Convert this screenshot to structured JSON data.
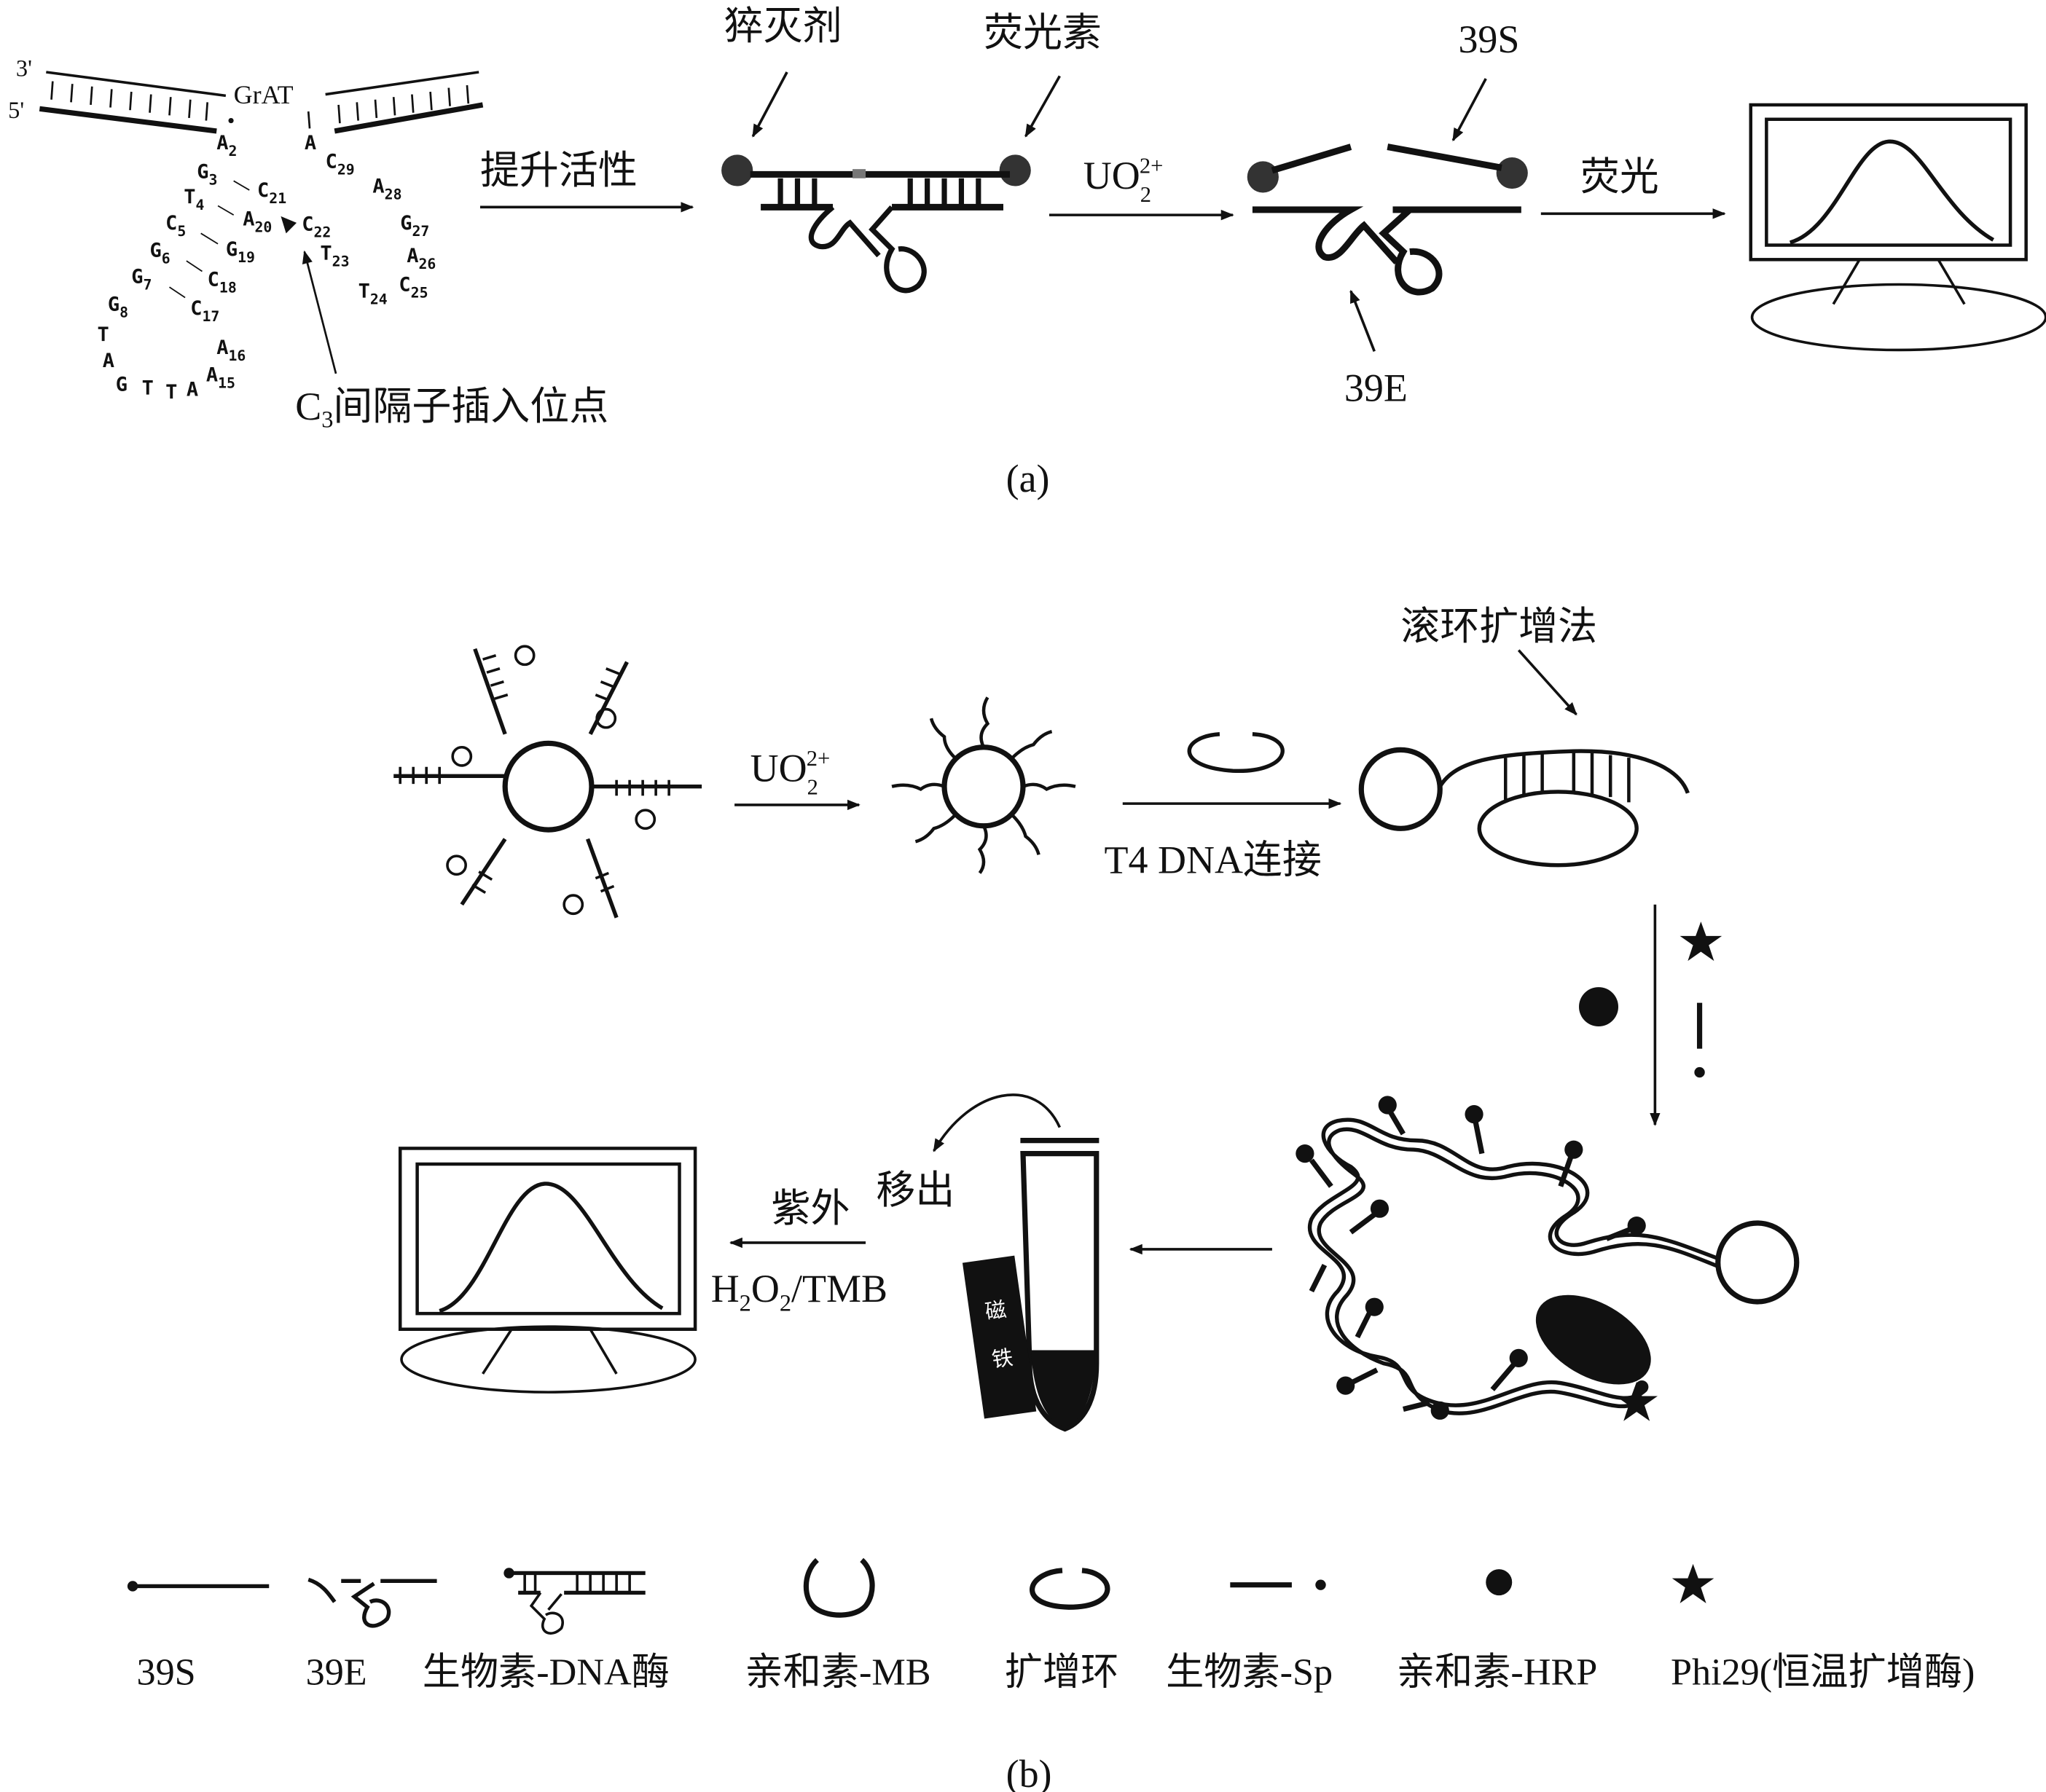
{
  "panel_a": {
    "caption": "(a)",
    "strand_3": "3'",
    "strand_5": "5'",
    "cleavage_site": "GrAT",
    "nucleotides": [
      {
        "b": "A",
        "n": "2"
      },
      {
        "b": "G",
        "n": "3"
      },
      {
        "b": "C",
        "n": "21"
      },
      {
        "b": "T",
        "n": "4"
      },
      {
        "b": "A",
        "n": "20"
      },
      {
        "b": "C",
        "n": "22"
      },
      {
        "b": "C",
        "n": "5"
      },
      {
        "b": "G",
        "n": "19"
      },
      {
        "b": "G",
        "n": "6"
      },
      {
        "b": "C",
        "n": "18"
      },
      {
        "b": "T",
        "n": "23"
      },
      {
        "b": "G",
        "n": "7"
      },
      {
        "b": "C",
        "n": "17"
      },
      {
        "b": "T",
        "n": "24"
      },
      {
        "b": "C",
        "n": "25"
      },
      {
        "b": "G",
        "n": "8"
      },
      {
        "b": "T",
        "n": ""
      },
      {
        "b": "A",
        "n": ""
      },
      {
        "b": "A",
        "n": "16"
      },
      {
        "b": "G",
        "n": ""
      },
      {
        "b": "T",
        "n": ""
      },
      {
        "b": "T",
        "n": ""
      },
      {
        "b": "A",
        "n": ""
      },
      {
        "b": "A",
        "n": "15"
      },
      {
        "b": "A",
        "n": ""
      },
      {
        "b": "C",
        "n": "29"
      },
      {
        "b": "A",
        "n": "28"
      },
      {
        "b": "G",
        "n": "27"
      },
      {
        "b": "A",
        "n": "26"
      }
    ],
    "insertion_label": {
      "main": "C",
      "sub": "3",
      "rest": "间隔子插入位点"
    },
    "step1_label": "提升活性",
    "quencher_label": "猝灭剂",
    "fluorophore_label": "荧光素",
    "uranyl": {
      "main": "UO",
      "sub": "2",
      "sup": "2+"
    },
    "label_39S": "39S",
    "label_39E": "39E",
    "fluorescence_label": "荧光"
  },
  "panel_b": {
    "caption": "(b)",
    "uranyl": {
      "main": "UO",
      "sub": "2",
      "sup": "2+"
    },
    "ligation_label": "T4 DNA连接",
    "rca_label": "滚环扩增法",
    "remove_label": "移出",
    "uv_label": "紫外",
    "substrate": {
      "a": "H",
      "s1": "2",
      "b": "O",
      "s2": "2",
      "c": "/TMB"
    },
    "magnet_chars": [
      "磁",
      "铁"
    ]
  },
  "legend": [
    {
      "label": "39S",
      "icon": "strand-icon"
    },
    {
      "label": "39E",
      "icon": "enzyme-strand-icon"
    },
    {
      "label": "生物素-DNA酶",
      "icon": "biotin-dnazyme-icon"
    },
    {
      "label": "亲和素-MB",
      "icon": "avidin-bead-icon"
    },
    {
      "label": "扩增环",
      "icon": "amplification-ring-icon"
    },
    {
      "label": "生物素-Sp",
      "icon": "biotin-sp-icon"
    },
    {
      "label": "亲和素-HRP",
      "icon": "dot-icon"
    },
    {
      "label": "Phi29(恒温扩增酶)",
      "icon": "star-icon"
    }
  ]
}
